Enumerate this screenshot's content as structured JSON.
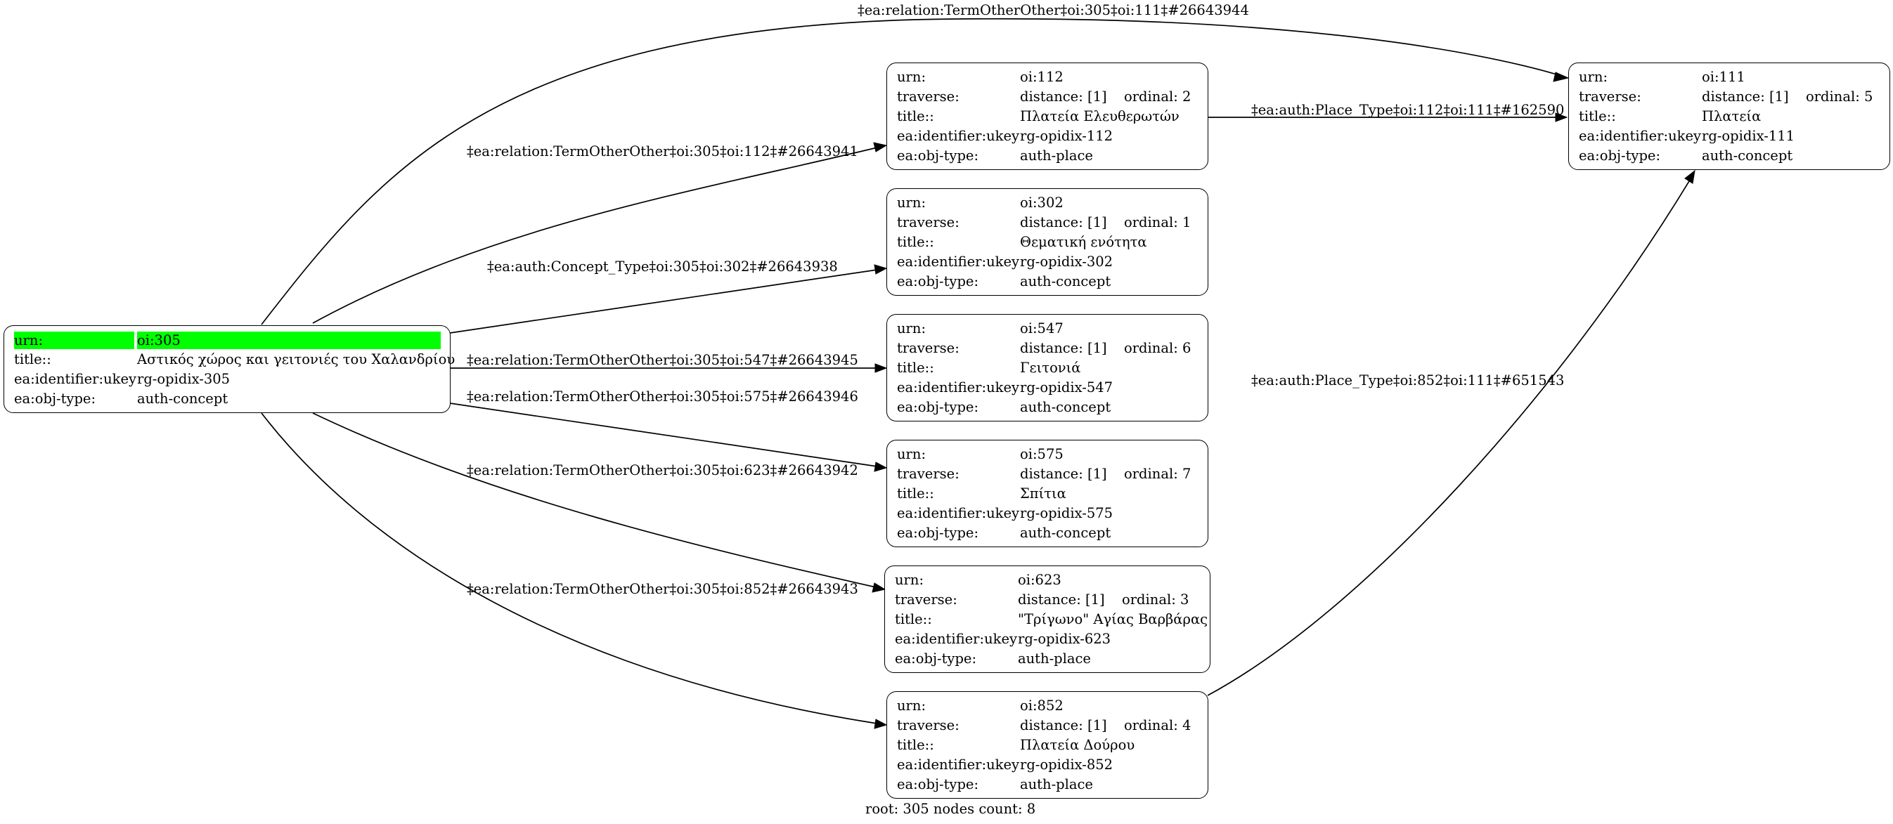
{
  "root": {
    "rows": [
      {
        "key": "urn:",
        "value": "oi:305"
      },
      {
        "key": "title::",
        "value": "Αστικός χώρος και γειτονιές του Χαλανδρίου"
      },
      {
        "key": "ea:identifier:ukey",
        "value": "rg-opidix-305"
      },
      {
        "key": "ea:obj-type:",
        "value": "auth-concept"
      }
    ],
    "highlight_color": "#00ff00"
  },
  "nodes": {
    "oi112": {
      "urn_key": "urn:",
      "urn": "oi:112",
      "traverse_key": "traverse:",
      "distance": "distance: [1]",
      "ordinal": "ordinal: 2",
      "title_key": "title::",
      "title": "Πλατεία Ελευθερωτών",
      "ukey_key": "ea:identifier:ukey",
      "ukey": "rg-opidix-112",
      "type_key": "ea:obj-type:",
      "type": "auth-place"
    },
    "oi302": {
      "urn_key": "urn:",
      "urn": "oi:302",
      "traverse_key": "traverse:",
      "distance": "distance: [1]",
      "ordinal": "ordinal: 1",
      "title_key": "title::",
      "title": "Θεματική ενότητα",
      "ukey_key": "ea:identifier:ukey",
      "ukey": "rg-opidix-302",
      "type_key": "ea:obj-type:",
      "type": "auth-concept"
    },
    "oi547": {
      "urn_key": "urn:",
      "urn": "oi:547",
      "traverse_key": "traverse:",
      "distance": "distance: [1]",
      "ordinal": "ordinal: 6",
      "title_key": "title::",
      "title": "Γειτονιά",
      "ukey_key": "ea:identifier:ukey",
      "ukey": "rg-opidix-547",
      "type_key": "ea:obj-type:",
      "type": "auth-concept"
    },
    "oi575": {
      "urn_key": "urn:",
      "urn": "oi:575",
      "traverse_key": "traverse:",
      "distance": "distance: [1]",
      "ordinal": "ordinal: 7",
      "title_key": "title::",
      "title": "Σπίτια",
      "ukey_key": "ea:identifier:ukey",
      "ukey": "rg-opidix-575",
      "type_key": "ea:obj-type:",
      "type": "auth-concept"
    },
    "oi623": {
      "urn_key": "urn:",
      "urn": "oi:623",
      "traverse_key": "traverse:",
      "distance": "distance: [1]",
      "ordinal": "ordinal: 3",
      "title_key": "title::",
      "title": "\"Τρίγωνο\" Αγίας Βαρβάρας",
      "ukey_key": "ea:identifier:ukey",
      "ukey": "rg-opidix-623",
      "type_key": "ea:obj-type:",
      "type": "auth-place"
    },
    "oi852": {
      "urn_key": "urn:",
      "urn": "oi:852",
      "traverse_key": "traverse:",
      "distance": "distance: [1]",
      "ordinal": "ordinal: 4",
      "title_key": "title::",
      "title": "Πλατεία Δούρου",
      "ukey_key": "ea:identifier:ukey",
      "ukey": "rg-opidix-852",
      "type_key": "ea:obj-type:",
      "type": "auth-place"
    },
    "oi111": {
      "urn_key": "urn:",
      "urn": "oi:111",
      "traverse_key": "traverse:",
      "distance": "distance: [1]",
      "ordinal": "ordinal: 5",
      "title_key": "title::",
      "title": "Πλατεία",
      "ukey_key": "ea:identifier:ukey",
      "ukey": "rg-opidix-111",
      "type_key": "ea:obj-type:",
      "type": "auth-concept"
    }
  },
  "edges": [
    {
      "from": "oi:305",
      "to": "oi:111",
      "label": "‡ea:relation:TermOtherOther‡oi:305‡oi:111‡#26643944"
    },
    {
      "from": "oi:305",
      "to": "oi:112",
      "label": "‡ea:relation:TermOtherOther‡oi:305‡oi:112‡#26643941"
    },
    {
      "from": "oi:305",
      "to": "oi:302",
      "label": "‡ea:auth:Concept_Type‡oi:305‡oi:302‡#26643938"
    },
    {
      "from": "oi:305",
      "to": "oi:547",
      "label": "‡ea:relation:TermOtherOther‡oi:305‡oi:547‡#26643945"
    },
    {
      "from": "oi:305",
      "to": "oi:575",
      "label": "‡ea:relation:TermOtherOther‡oi:305‡oi:575‡#26643946"
    },
    {
      "from": "oi:305",
      "to": "oi:623",
      "label": "‡ea:relation:TermOtherOther‡oi:305‡oi:623‡#26643942"
    },
    {
      "from": "oi:305",
      "to": "oi:852",
      "label": "‡ea:relation:TermOtherOther‡oi:305‡oi:852‡#26643943"
    },
    {
      "from": "oi:112",
      "to": "oi:111",
      "label": "‡ea:auth:Place_Type‡oi:112‡oi:111‡#162590"
    },
    {
      "from": "oi:852",
      "to": "oi:111",
      "label": "‡ea:auth:Place_Type‡oi:852‡oi:111‡#651543"
    }
  ],
  "footer": "root: 305 nodes count: 8"
}
